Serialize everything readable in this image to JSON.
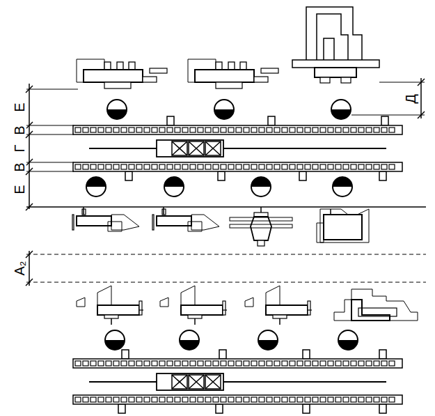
{
  "diagram": {
    "labels": [
      "Е",
      "В",
      "Г",
      "В",
      "Е",
      "Д",
      "А₂"
    ]
  }
}
